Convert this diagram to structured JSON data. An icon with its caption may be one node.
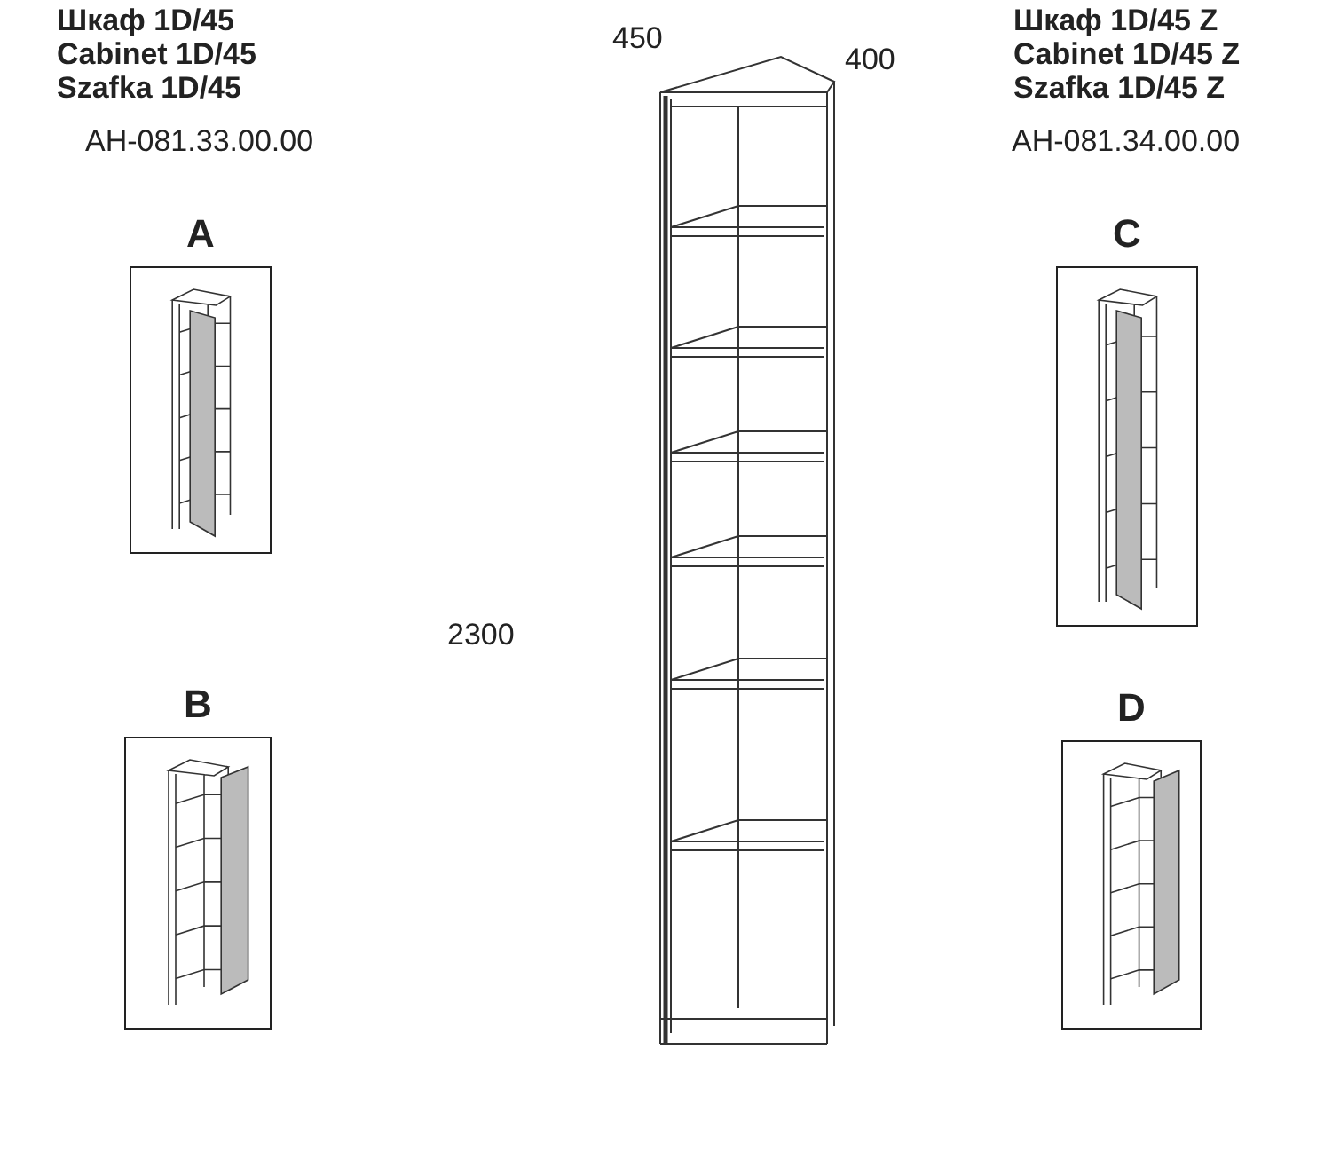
{
  "diagram": {
    "nodes": [
      {
        "text": [
          "A"
        ]
      },
      {
        "text": [
          "B"
        ]
      },
      {
        "text": [
          "C"
        ]
      },
      {
        "text": [
          "D"
        ]
      }
    ],
    "labels": [
      "Шкаф 1D/45",
      "Cabinet 1D/45",
      "Szafka 1D/45",
      "AH-081.33.00.00",
      "450",
      "400",
      "2300",
      "Шкаф 1D/45 Z",
      "Cabinet 1D/45 Z",
      "Szafka 1D/45 Z",
      "AH-081.34.00.00"
    ]
  }
}
